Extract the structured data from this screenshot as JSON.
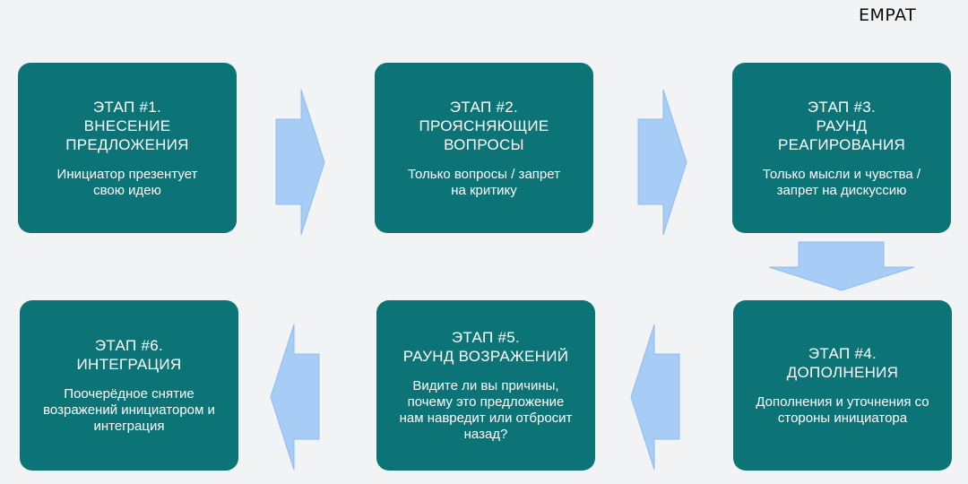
{
  "logo": "EMPAT",
  "stages": [
    {
      "title": "ЭТАП #1.\nВНЕСЕНИЕ\nПРЕДЛОЖЕНИЯ",
      "desc": "Инициатор презентует\nсвою идею"
    },
    {
      "title": "ЭТАП #2.\nПРОЯСНЯЮЩИЕ\nВОПРОСЫ",
      "desc": "Только вопросы / запрет\nна критику"
    },
    {
      "title": "ЭТАП #3.\nРАУНД\nРЕАГИРОВАНИЯ",
      "desc": "Только мысли и чувства /\nзапрет на дискуссию"
    },
    {
      "title": "ЭТАП #4.\nДОПОЛНЕНИЯ",
      "desc": "Дополнения и уточнения со\nстороны инициатора"
    },
    {
      "title": "ЭТАП #5.\nРАУНД ВОЗРАЖЕНИЙ",
      "desc": "Видите ли вы причины,\nпочему это предложение\nнам навредит или отбросит\nназад?"
    },
    {
      "title": "ЭТАП #6.\nИНТЕГРАЦИЯ",
      "desc": "Поочерёдное снятие\nвозражений инициатором и\nинтеграция"
    }
  ],
  "colors": {
    "background": "#f1f3f5",
    "stage_fill": "#0c7477",
    "stage_text": "#ffffff",
    "arrow_fill": "#a7cdf7"
  }
}
